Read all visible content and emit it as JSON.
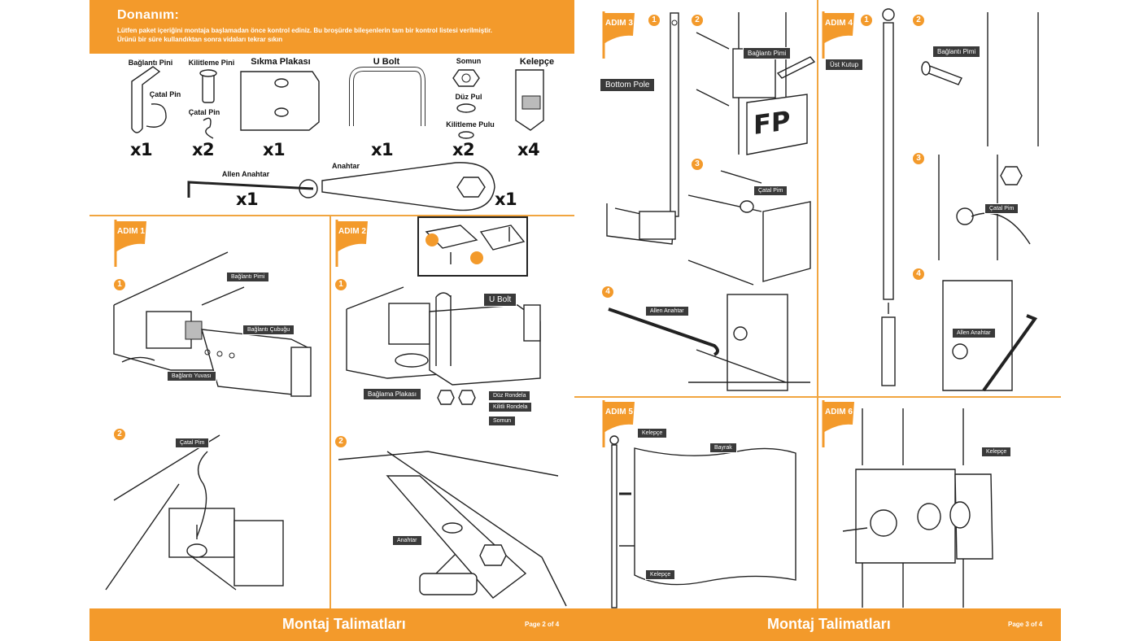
{
  "header": {
    "title": "Donanım:",
    "line1": "Lütfen paket içeriğini montaja başlamadan önce kontrol ediniz. Bu broşürde bileşenlerin tam bir kontrol listesi verilmiştir.",
    "line2": "Ürünü bir süre kullandıktan sonra vidaları tekrar sıkın"
  },
  "parts": {
    "baglanti_pini": "Bağlantı Pini",
    "catal_pin_1": "Çatal Pin",
    "kilitleme_pini": "Kilitleme Pini",
    "catal_pin_2": "Çatal Pin",
    "sikma_plakasi": "Sıkma Plakası",
    "u_bolt": "U Bolt",
    "somun": "Somun",
    "duz_pul": "Düz Pul",
    "kilitleme_pulu": "Kilitleme Pulu",
    "kelepce": "Kelepçe",
    "anahtar": "Anahtar",
    "allen_anahtar": "Allen Anahtar",
    "qty": [
      "x1",
      "x2",
      "x1",
      "x1",
      "x2",
      "x4",
      "x1",
      "x1"
    ]
  },
  "steps": {
    "adim1": "ADIM 1",
    "adim2": "ADIM 2",
    "adim3": "ADIM 3",
    "adim4": "ADIM 4",
    "adim5": "ADIM 5",
    "adim6": "ADIM 6",
    "n1": "1",
    "n2": "2",
    "n3": "3",
    "n4": "4"
  },
  "callouts": {
    "s1_baglanti_pimi": "Bağlantı Pimi",
    "s1_baglanti_cubugu": "Bağlantı Çubuğu",
    "s1_baglanti_yuvasi": "Bağlantı Yuvası",
    "s1_catal_pim": "Çatal Pim",
    "s2_u_bolt": "U Bolt",
    "s2_baglama_plakasi": "Bağlama Plakası",
    "s2_duz_rondela": "Düz Rondela",
    "s2_kilitli_rondela": "Kilitli Rondela",
    "s2_somun": "Somun",
    "s2_anahtar": "Anahtar",
    "s3_bottom_pole": "Bottom Pole",
    "s3_baglanti_pimi": "Bağlantı Pimi",
    "s3_catal_pim": "Çatal Pim",
    "s3_allen_anahtar": "Allen Anahtar",
    "s4_ust_kutup": "Üst Kutup",
    "s4_baglanti_pimi": "Bağlantı Pimi",
    "s4_catal_pim": "Çatal Pim",
    "s4_allen_anahtar": "Allen Anahtar",
    "s5_kelepce_top": "Kelepçe",
    "s5_bayrak": "Bayrak",
    "s5_kelepce_bottom": "Kelepçe",
    "s6_kelepce": "Kelepçe",
    "fp_logo": "FP"
  },
  "footer": {
    "left_title": "Montaj Talimatları",
    "left_page": "Page 2 of 4",
    "right_title": "Montaj Talimatları",
    "right_page": "Page 3 of 4"
  }
}
